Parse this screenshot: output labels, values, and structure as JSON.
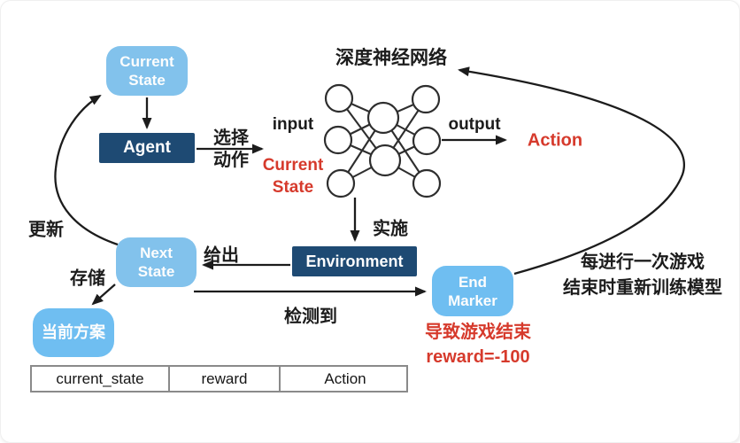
{
  "colors": {
    "light_blue": "#82C2EC",
    "light_blue_bright": "#6FBEF1",
    "navy": "#1E4A73",
    "red": "#D63A2C",
    "ink": "#1C1C1C",
    "table_border": "#8A8A8A"
  },
  "nodes": {
    "current_state": {
      "line1": "Current",
      "line2": "State"
    },
    "agent": {
      "label": "Agent"
    },
    "next_state": {
      "line1": "Next",
      "line2": "State"
    },
    "current_plan": {
      "label": "当前方案"
    },
    "environment": {
      "label": "Environment"
    },
    "end_marker": {
      "line1": "End",
      "line2": "Marker"
    }
  },
  "labels": {
    "title": "深度神经网络",
    "input": "input",
    "nn_input_line1": "Current",
    "nn_input_line2": "State",
    "select_action_line1": "选择",
    "select_action_line2": "动作",
    "output": "output",
    "action": "Action",
    "implement": "实施",
    "give_out": "给出",
    "update": "更新",
    "store": "存储",
    "detected": "检测到",
    "game_over_line1": "导致游戏结束",
    "game_over_line2": "reward=-100",
    "retrain_line1": "每进行一次游戏",
    "retrain_line2": "结束时重新训练模型"
  },
  "memory_table": {
    "columns": [
      "current_state",
      "reward",
      "Action"
    ]
  }
}
